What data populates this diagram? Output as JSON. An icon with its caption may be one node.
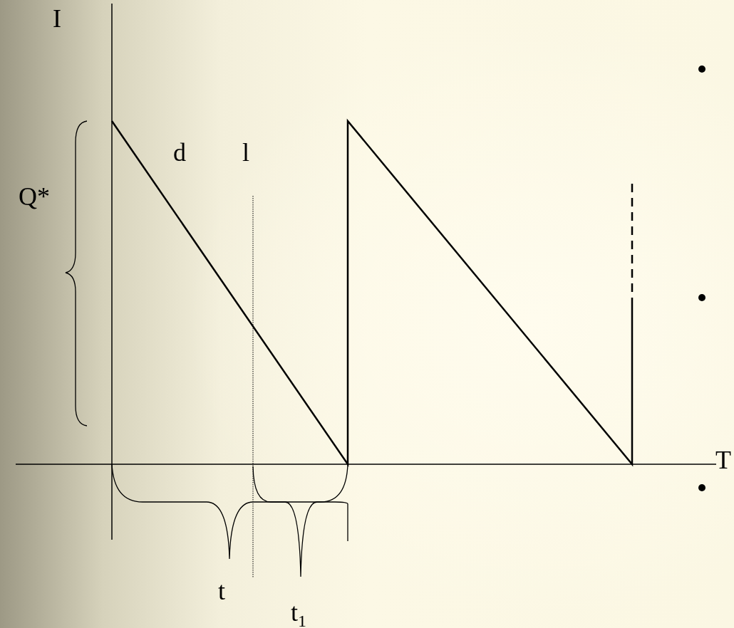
{
  "diagram": {
    "labels": [
      "I",
      "d",
      "l",
      "Q*",
      "T",
      "t",
      "t$_{1}$"
    ]
  }
}
